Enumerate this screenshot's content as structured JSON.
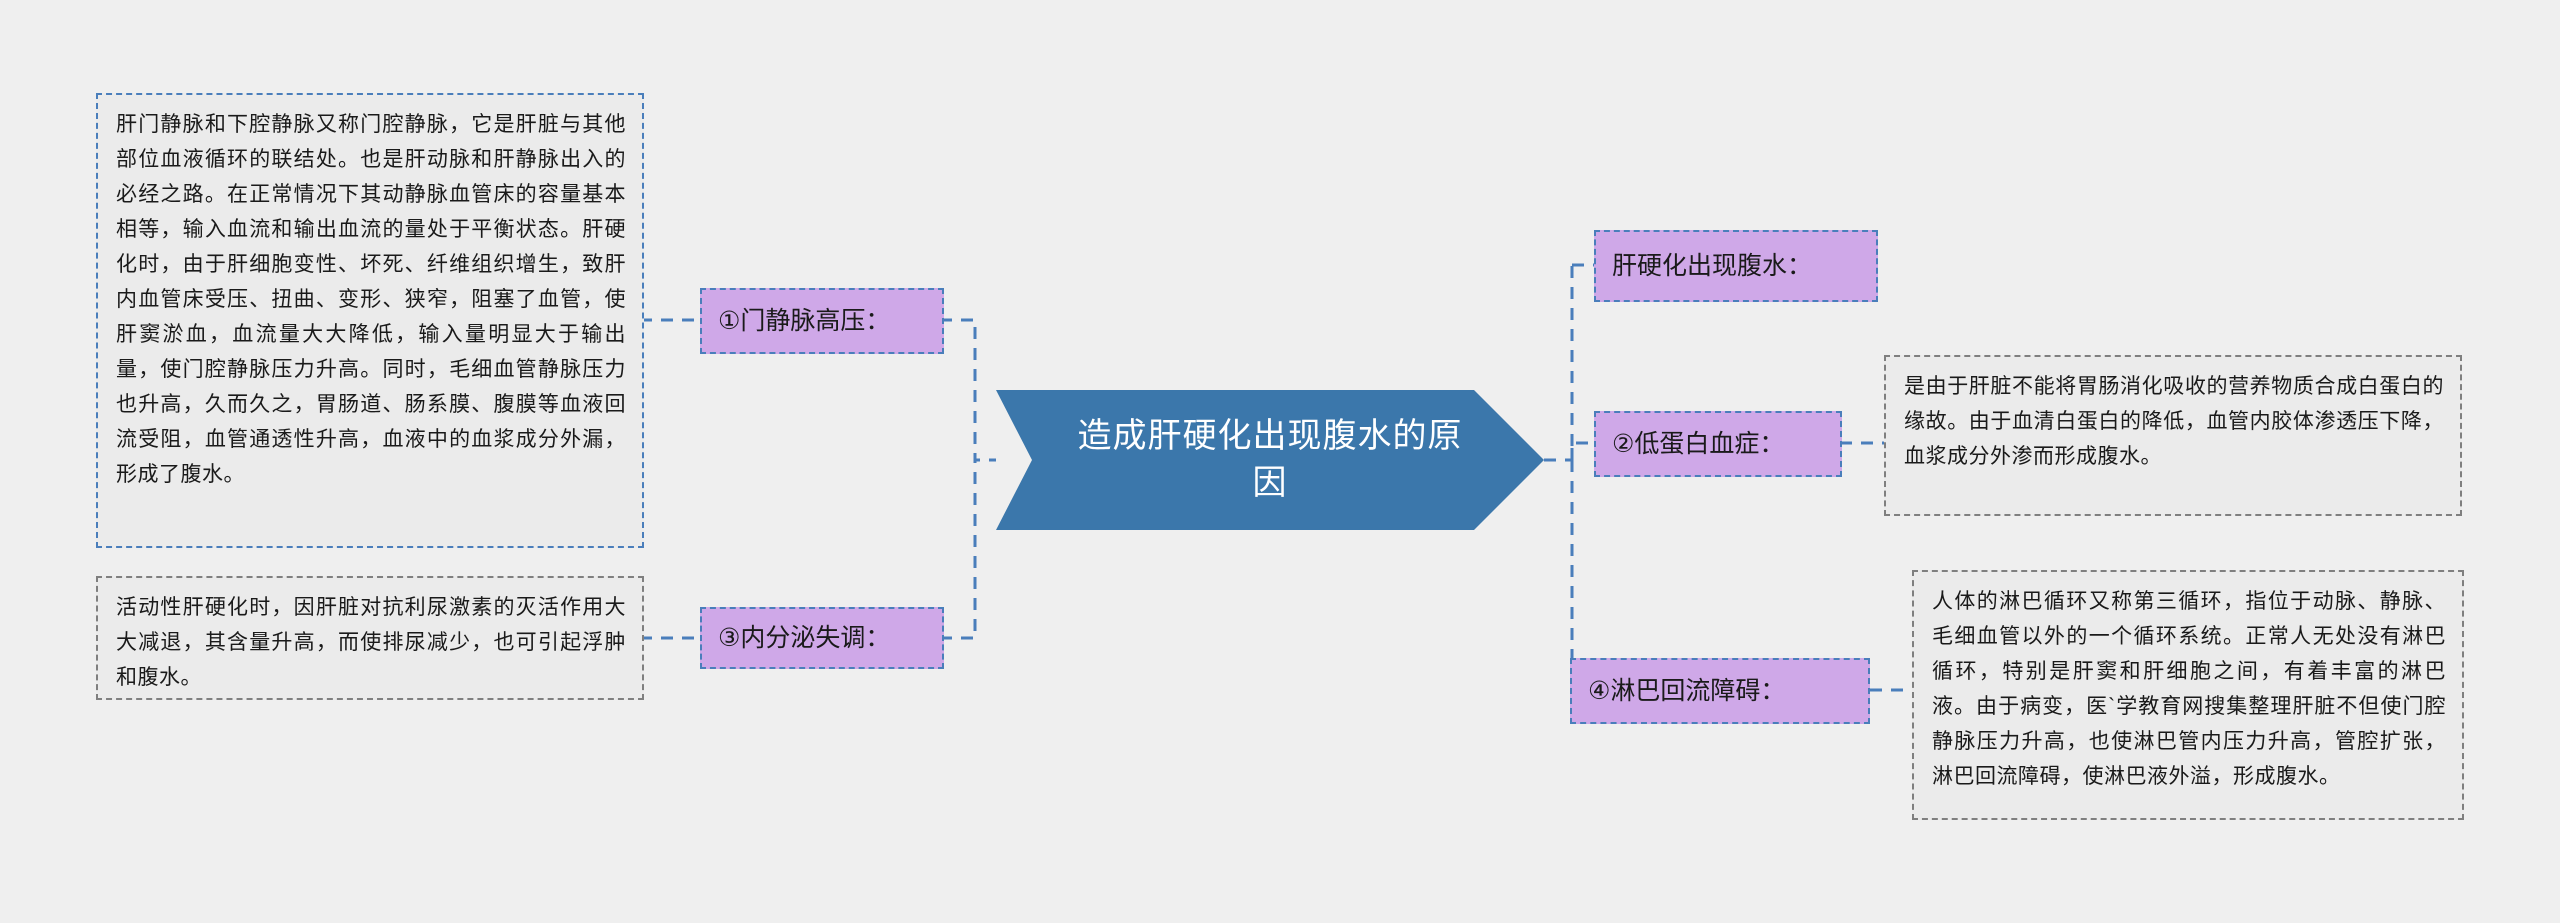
{
  "diagram": {
    "type": "mindmap",
    "background_color": "#efefef",
    "accent_color": "#3b77ab",
    "topic_color": "#cfa8e8",
    "panel_color": "#ebebeb",
    "connector_color": "#4a7ebb",
    "center": {
      "label": "造成肝硬化出现腹水的原因"
    },
    "left_branches": [
      {
        "topic": "①门静脉高压：",
        "detail": "肝门静脉和下腔静脉又称门腔静脉，它是肝脏与其他部位血液循环的联结处。也是肝动脉和肝静脉出入的必经之路。在正常情况下其动静脉血管床的容量基本相等，输入血流和输出血流的量处于平衡状态。肝硬化时，由于肝细胞变性、坏死、纤维组织增生，致肝内血管床受压、扭曲、变形、狭窄，阻塞了血管，使肝窦淤血，血流量大大降低，输入量明显大于输出量，使门腔静脉压力升高。同时，毛细血管静脉压力也升高，久而久之，胃肠道、肠系膜、腹膜等血液回流受阻，血管通透性升高，血液中的血浆成分外漏，形成了腹水。"
      },
      {
        "topic": "③内分泌失调：",
        "detail": "活动性肝硬化时，因肝脏对抗利尿激素的灭活作用大大减退，其含量升高，而使排尿减少，也可引起浮肿和腹水。"
      }
    ],
    "right_branches": [
      {
        "topic": "肝硬化出现腹水：",
        "detail": ""
      },
      {
        "topic": "②低蛋白血症：",
        "detail": "是由于肝脏不能将胃肠消化吸收的营养物质合成白蛋白的缘故。由于血清白蛋白的降低，血管内胶体渗透压下降，血浆成分外渗而形成腹水。"
      },
      {
        "topic": "④淋巴回流障碍：",
        "detail": "人体的淋巴循环又称第三循环，指位于动脉、静脉、毛细血管以外的一个循环系统。正常人无处没有淋巴循环，特别是肝窦和肝细胞之间，有着丰富的淋巴液。由于病变，医`学教育网搜集整理肝脏不但使门腔静脉压力升高，也使淋巴管内压力升高，管腔扩张，淋巴回流障碍，使淋巴液外溢，形成腹水。"
      }
    ]
  }
}
